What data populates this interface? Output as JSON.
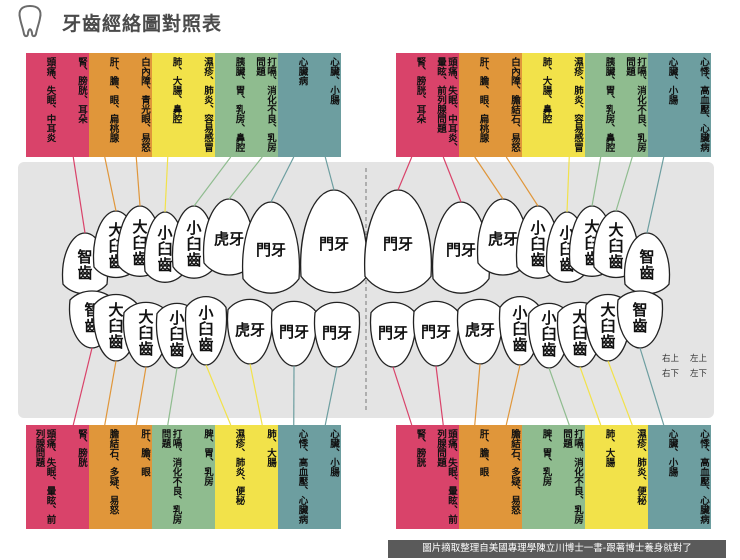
{
  "title": "牙齒經絡圖對照表",
  "top_labels_left": [
    {
      "text": "心臟、小腸",
      "color": "#6d9ea0"
    },
    {
      "text": "心臟病",
      "color": "#6d9ea0"
    },
    {
      "text": "打嗝、消化不良、乳房問題",
      "color": "#8fbc8f"
    },
    {
      "text": "胰臟、胃、乳房、鼻腔",
      "color": "#8fbc8f"
    },
    {
      "text": "濕疹、肺炎、容易感冒",
      "color": "#f2e24a"
    },
    {
      "text": "肺、大腸、鼻腔",
      "color": "#f2e24a"
    },
    {
      "text": "白內障、青光眼、易怒",
      "color": "#e0963a"
    },
    {
      "text": "肝、膽、眼、扁桃腺",
      "color": "#e0963a"
    },
    {
      "text": "腎、膀胱、耳朵",
      "color": "#d9436a"
    },
    {
      "text": "頭痛、失眠、中耳炎",
      "color": "#d9436a"
    }
  ],
  "top_labels_right": [
    {
      "text": "腎、膀胱、耳朵",
      "color": "#d9436a"
    },
    {
      "text": "頭痛、失眠、中耳炎、暈眩、前列腺問題",
      "color": "#d9436a"
    },
    {
      "text": "肝、膽、眼、扁桃腺",
      "color": "#e0963a"
    },
    {
      "text": "白內障、膽結石、易怒",
      "color": "#e0963a"
    },
    {
      "text": "肺、大腸、鼻腔",
      "color": "#f2e24a"
    },
    {
      "text": "濕疹、肺炎、容易感冒",
      "color": "#f2e24a"
    },
    {
      "text": "胰臟、胃、乳房、鼻腔",
      "color": "#8fbc8f"
    },
    {
      "text": "打嗝、消化不良、乳房問題",
      "color": "#8fbc8f"
    },
    {
      "text": "心臟、小腸",
      "color": "#6d9ea0"
    },
    {
      "text": "心悸、高血壓、心臟病",
      "color": "#6d9ea0"
    }
  ],
  "bottom_labels_left": [
    {
      "text": "心臟、小腸",
      "color": "#6d9ea0"
    },
    {
      "text": "心悸、高血壓、心臟病",
      "color": "#6d9ea0"
    },
    {
      "text": "肺、大腸",
      "color": "#f2e24a"
    },
    {
      "text": "濕疹、肺炎、便秘",
      "color": "#f2e24a"
    },
    {
      "text": "脾、胃、乳房",
      "color": "#8fbc8f"
    },
    {
      "text": "打嗝、消化不良、乳房問題",
      "color": "#8fbc8f"
    },
    {
      "text": "肝、膽、眼",
      "color": "#e0963a"
    },
    {
      "text": "膽結石、多疑、易怒",
      "color": "#e0963a"
    },
    {
      "text": "腎、膀胱",
      "color": "#d9436a"
    },
    {
      "text": "頭痛、失眠、暈眩、前列腺問題",
      "color": "#d9436a"
    }
  ],
  "bottom_labels_right": [
    {
      "text": "腎、膀胱",
      "color": "#d9436a"
    },
    {
      "text": "頭痛、失眠、暈眩、前列腺問題",
      "color": "#d9436a"
    },
    {
      "text": "肝、膽、眼",
      "color": "#e0963a"
    },
    {
      "text": "膽結石、多疑、易怒",
      "color": "#e0963a"
    },
    {
      "text": "脾、胃、乳房",
      "color": "#8fbc8f"
    },
    {
      "text": "打嗝、消化不良、乳房問題",
      "color": "#8fbc8f"
    },
    {
      "text": "肺、大腸",
      "color": "#f2e24a"
    },
    {
      "text": "濕疹、肺炎、便秘",
      "color": "#f2e24a"
    },
    {
      "text": "心臟、小腸",
      "color": "#6d9ea0"
    },
    {
      "text": "心悸、高血壓、心臟病",
      "color": "#6d9ea0"
    }
  ],
  "upper_teeth": [
    "智齒",
    "大臼齒",
    "大臼齒",
    "小臼齒",
    "小臼齒",
    "虎牙",
    "門牙",
    "門牙",
    "門牙",
    "門牙",
    "虎牙",
    "小臼齒",
    "小臼齒",
    "大臼齒",
    "大臼齒",
    "智齒"
  ],
  "lower_teeth": [
    "智齒",
    "大臼齒",
    "大臼齒",
    "小臼齒",
    "小臼齒",
    "虎牙",
    "門牙",
    "門牙",
    "門牙",
    "門牙",
    "虎牙",
    "小臼齒",
    "小臼齒",
    "大臼齒",
    "大臼齒",
    "智齒"
  ],
  "legend": {
    "upper_right": "右上",
    "upper_left": "左上",
    "lower_right": "右下",
    "lower_left": "左下"
  },
  "source": "圖片摘取整理自美國專理學陳立川博士一書-跟著博士養身就對了"
}
